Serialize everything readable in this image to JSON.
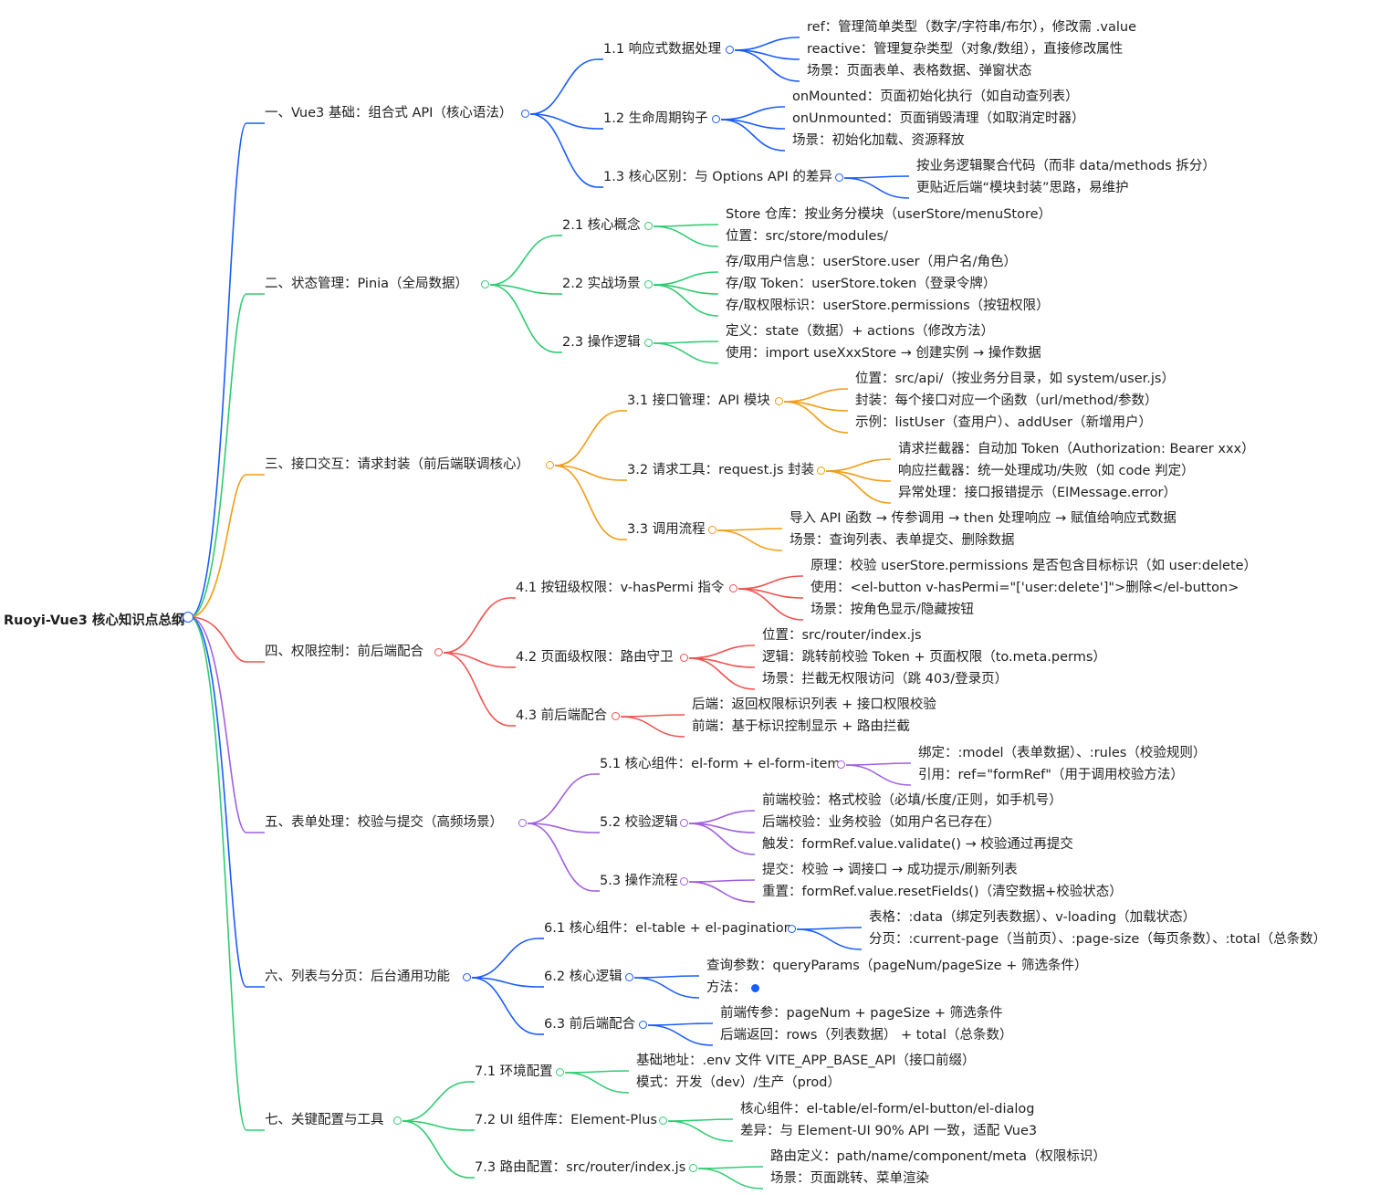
{
  "colors": {
    "blue": "#1a5cff",
    "green": "#2ecc71",
    "orange": "#f39c12",
    "red": "#ef5350",
    "purple": "#a15fe0"
  },
  "root": {
    "label": "Ruoyi-Vue3 核心知识点总纲"
  },
  "branches": [
    {
      "label": "一、Vue3 基础：组合式 API（核心语法）",
      "color": "blue",
      "children": [
        {
          "label": "1.1 响应式数据处理",
          "children": [
            "ref：管理简单类型（数字/字符串/布尔），修改需 .value",
            "reactive：管理复杂类型（对象/数组），直接修改属性",
            "场景：页面表单、表格数据、弹窗状态"
          ]
        },
        {
          "label": "1.2 生命周期钩子",
          "children": [
            "onMounted：页面初始化执行（如自动查列表）",
            "onUnmounted：页面销毁清理（如取消定时器）",
            "场景：初始化加载、资源释放"
          ]
        },
        {
          "label": "1.3 核心区别：与 Options API 的差异",
          "children": [
            "按业务逻辑聚合代码（而非 data/methods 拆分）",
            "更贴近后端“模块封装”思路，易维护"
          ]
        }
      ]
    },
    {
      "label": "二、状态管理：Pinia（全局数据）",
      "color": "green",
      "children": [
        {
          "label": "2.1 核心概念",
          "children": [
            "Store 仓库：按业务分模块（userStore/menuStore）",
            "位置：src/store/modules/"
          ]
        },
        {
          "label": "2.2 实战场景",
          "children": [
            "存/取用户信息：userStore.user（用户名/角色）",
            "存/取 Token：userStore.token（登录令牌）",
            "存/取权限标识：userStore.permissions（按钮权限）"
          ]
        },
        {
          "label": "2.3 操作逻辑",
          "children": [
            "定义：state（数据）+ actions（修改方法）",
            "使用：import useXxxStore → 创建实例 → 操作数据"
          ]
        }
      ]
    },
    {
      "label": "三、接口交互：请求封装（前后端联调核心）",
      "color": "orange",
      "children": [
        {
          "label": "3.1 接口管理：API 模块",
          "children": [
            "位置：src/api/（按业务分目录，如 system/user.js）",
            "封装：每个接口对应一个函数（url/method/参数）",
            "示例：listUser（查用户）、addUser（新增用户）"
          ]
        },
        {
          "label": "3.2 请求工具：request.js 封装",
          "children": [
            "请求拦截器：自动加 Token（Authorization: Bearer xxx）",
            "响应拦截器：统一处理成功/失败（如 code 判定）",
            "异常处理：接口报错提示（ElMessage.error）"
          ]
        },
        {
          "label": "3.3 调用流程",
          "children": [
            "导入 API 函数 → 传参调用 → then 处理响应 → 赋值给响应式数据",
            "场景：查询列表、表单提交、删除数据"
          ]
        }
      ]
    },
    {
      "label": "四、权限控制：前后端配合",
      "color": "red",
      "children": [
        {
          "label": "4.1 按钮级权限：v-hasPermi 指令",
          "children": [
            "原理：校验 userStore.permissions 是否包含目标标识（如 user:delete）",
            "使用：<el-button v-hasPermi=\"['user:delete']\">删除</el-button>",
            "场景：按角色显示/隐藏按钮"
          ]
        },
        {
          "label": "4.2 页面级权限：路由守卫",
          "children": [
            "位置：src/router/index.js",
            "逻辑：跳转前校验 Token + 页面权限（to.meta.perms）",
            "场景：拦截无权限访问（跳 403/登录页）"
          ]
        },
        {
          "label": "4.3 前后端配合",
          "children": [
            "后端：返回权限标识列表 + 接口权限校验",
            "前端：基于标识控制显示 + 路由拦截"
          ]
        }
      ]
    },
    {
      "label": "五、表单处理：校验与提交（高频场景）",
      "color": "purple",
      "children": [
        {
          "label": "5.1 核心组件：el-form + el-form-item",
          "children": [
            "绑定：:model（表单数据）、:rules（校验规则）",
            "引用：ref=\"formRef\"（用于调用校验方法）"
          ]
        },
        {
          "label": "5.2 校验逻辑",
          "children": [
            "前端校验：格式校验（必填/长度/正则，如手机号）",
            "后端校验：业务校验（如用户名已存在）",
            "触发：formRef.value.validate() → 校验通过再提交"
          ]
        },
        {
          "label": "5.3 操作流程",
          "children": [
            "提交：校验 → 调接口 → 成功提示/刷新列表",
            "重置：formRef.value.resetFields()（清空数据+校验状态）"
          ]
        }
      ]
    },
    {
      "label": "六、列表与分页：后台通用功能",
      "color": "blue",
      "children": [
        {
          "label": "6.1 核心组件：el-table + el-pagination",
          "children": [
            "表格：:data（绑定列表数据）、v-loading（加载状态）",
            "分页：:current-page（当前页）、:page-size（每页条数）、:total（总条数）"
          ]
        },
        {
          "label": "6.2 核心逻辑",
          "children": [
            "查询参数：queryParams（pageNum/pageSize + 筛选条件）",
            "方法："
          ]
        },
        {
          "label": "6.3 前后端配合",
          "children": [
            "前端传参：pageNum + pageSize + 筛选条件",
            "后端返回：rows（列表数据） + total（总条数）"
          ]
        }
      ]
    },
    {
      "label": "七、关键配置与工具",
      "color": "green",
      "children": [
        {
          "label": "7.1 环境配置",
          "children": [
            "基础地址：.env 文件 VITE_APP_BASE_API（接口前缀）",
            "模式：开发（dev）/生产（prod）"
          ]
        },
        {
          "label": "7.2 UI 组件库：Element-Plus",
          "children": [
            "核心组件：el-table/el-form/el-button/el-dialog",
            "差异：与 Element-UI 90% API 一致，适配 Vue3"
          ]
        },
        {
          "label": "7.3 路由配置：src/router/index.js",
          "children": [
            "路由定义：path/name/component/meta（权限标识）",
            "场景：页面跳转、菜单渲染"
          ]
        }
      ]
    }
  ]
}
